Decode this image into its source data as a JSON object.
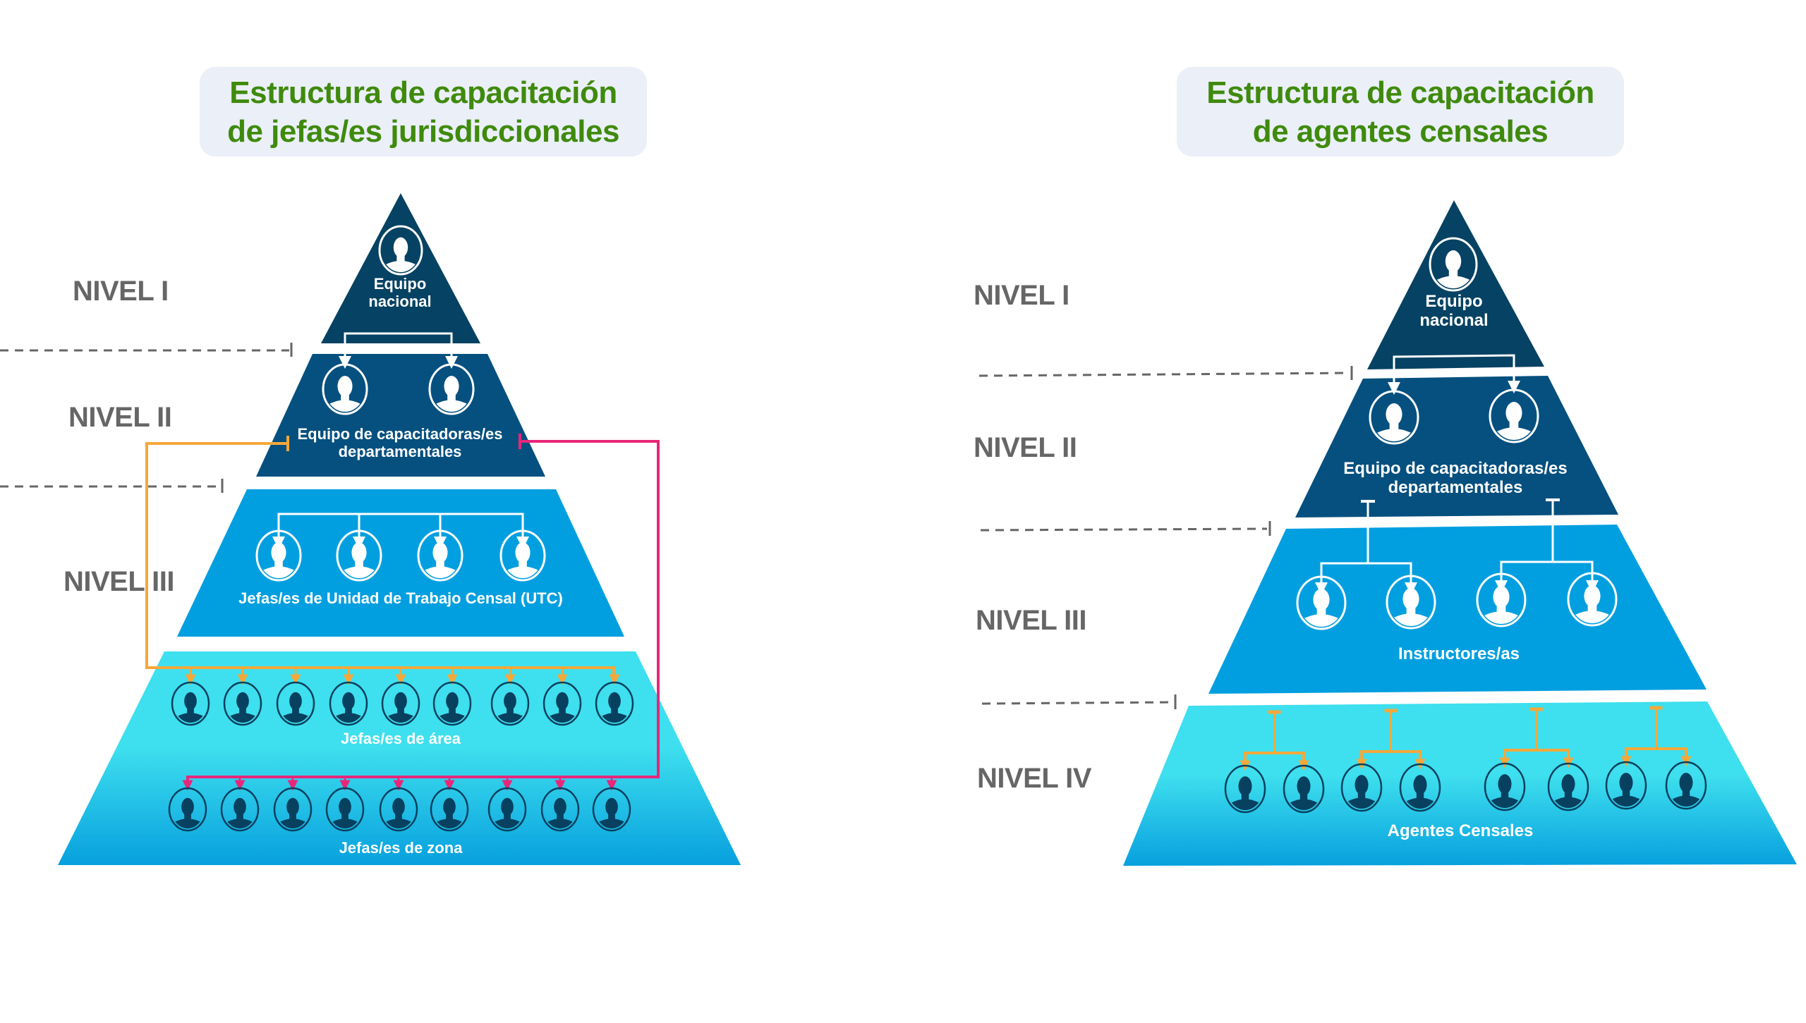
{
  "colors": {
    "title_green": "#3f8a0c",
    "title_bg": "#eaeff8",
    "tier1": "#064263",
    "tier2": "#05507f",
    "tier3": "#029fe0",
    "tier4_top": "#3edfee",
    "tier4_bottom": "#07a0de",
    "connector_white": "#ffffff",
    "connector_orange": "#f5a83a",
    "connector_pink": "#e8267a",
    "level_label": "#666666",
    "dashed_line": "#666666",
    "person_dark": "#07415f"
  },
  "left": {
    "title_line1": "Estructura de capacitación",
    "title_line2": "de jefas/es jurisdiccionales",
    "levels": [
      "NIVEL I",
      "NIVEL II",
      "NIVEL III"
    ],
    "tiers": [
      {
        "label_lines": [
          "Equipo",
          "nacional"
        ],
        "people": 1
      },
      {
        "label_lines": [
          "Equipo de capacitadoras/es",
          "departamentales"
        ],
        "people": 2
      },
      {
        "label_lines": [
          "Jefas/es de Unidad de Trabajo Censal (UTC)"
        ],
        "people": 4
      },
      {
        "groups": [
          {
            "label": "Jefas/es de área",
            "people": 9,
            "connector": "orange"
          },
          {
            "label": "Jefas/es de zona",
            "people": 9,
            "connector": "pink"
          }
        ]
      }
    ]
  },
  "right": {
    "title_line1": "Estructura de capacitación",
    "title_line2": "de agentes censales",
    "levels": [
      "NIVEL I",
      "NIVEL II",
      "NIVEL III",
      "NIVEL IV"
    ],
    "tiers": [
      {
        "label_lines": [
          "Equipo",
          "nacional"
        ],
        "people": 1
      },
      {
        "label_lines": [
          "Equipo de capacitadoras/es",
          "departamentales"
        ],
        "people": 2
      },
      {
        "label_lines": [
          "Instructores/as"
        ],
        "people": 4
      },
      {
        "label_lines": [
          "Agentes Censales"
        ],
        "people": 8
      }
    ]
  }
}
